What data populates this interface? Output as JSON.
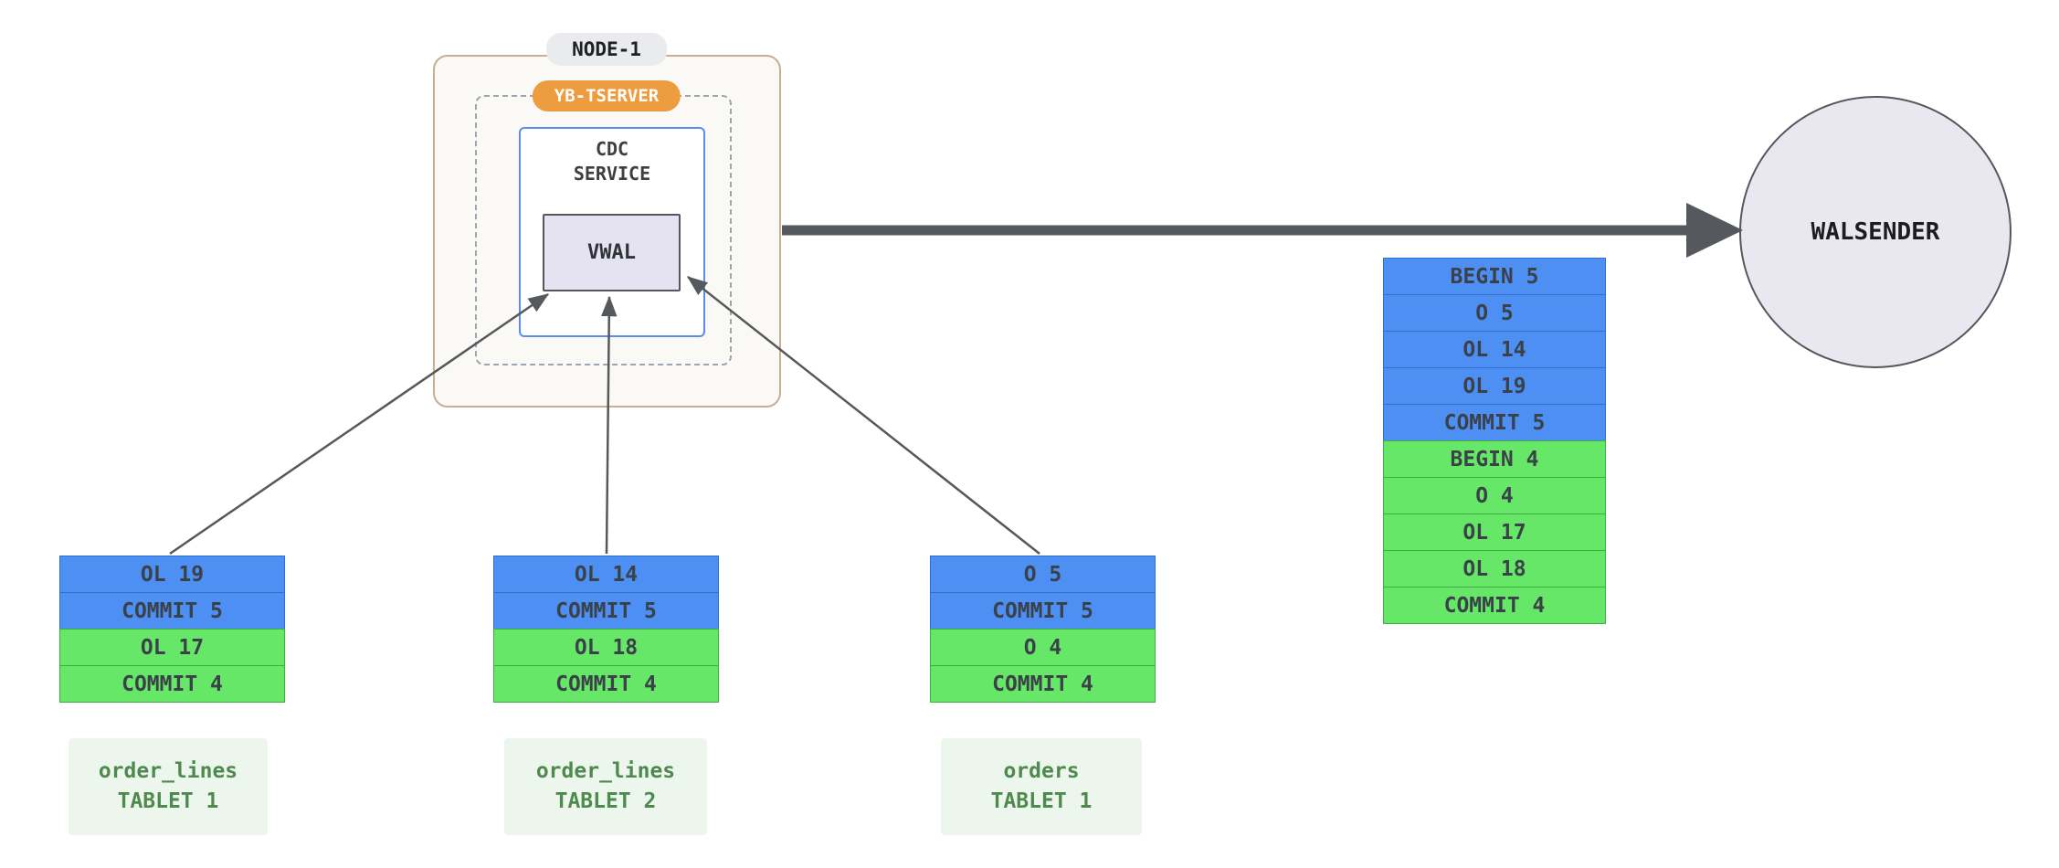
{
  "node": {
    "title": "NODE-1",
    "tserver_label": "YB-TSERVER",
    "cdc_service_label": "CDC\nSERVICE",
    "vwal_label": "VWAL"
  },
  "walsender_label": "WALSENDER",
  "queue": {
    "rows": [
      "BEGIN 5",
      "O 5",
      "OL 14",
      "OL 19",
      "COMMIT 5",
      "BEGIN 4",
      "O 4",
      "OL 17",
      "OL 18",
      "COMMIT 4"
    ]
  },
  "tablets": [
    {
      "rows": [
        "OL 19",
        "COMMIT 5",
        "OL 17",
        "COMMIT 4"
      ],
      "label": "order_lines\nTABLET 1"
    },
    {
      "rows": [
        "OL 14",
        "COMMIT 5",
        "OL 18",
        "COMMIT 4"
      ],
      "label": "order_lines\nTABLET 2"
    },
    {
      "rows": [
        "O 5",
        "COMMIT 5",
        "O 4",
        "COMMIT 4"
      ],
      "label": "orders\nTABLET 1"
    }
  ],
  "colors": {
    "blue": "#4D8FF2",
    "green": "#67E767",
    "orange": "#EE9C40",
    "label_green": "#4E8A4E",
    "arrow": "#55585C"
  }
}
